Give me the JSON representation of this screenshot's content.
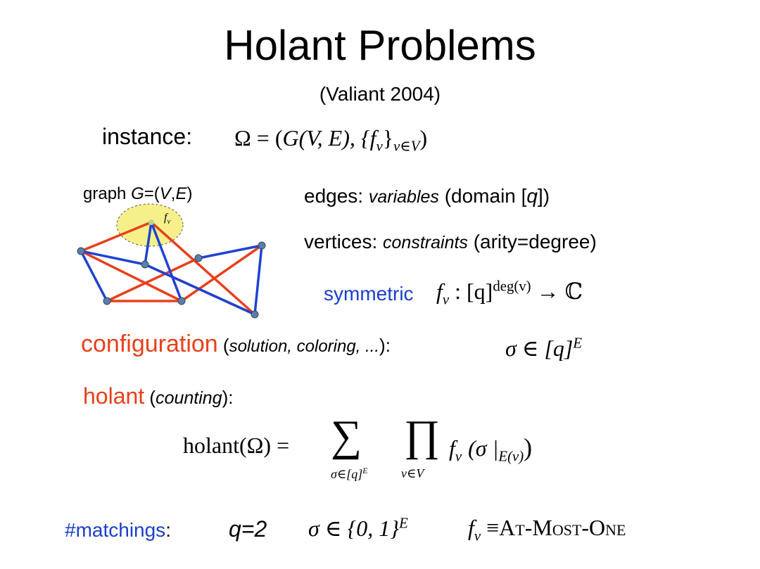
{
  "title": "Holant Problems",
  "subtitle": "(Valiant 2004)",
  "instance": {
    "label": "instance:",
    "formula_lhs": "Ω = (",
    "formula_g": "G",
    "formula_ve": "(V, E), {f",
    "formula_sub_v": "v",
    "formula_close": "}",
    "formula_sub_vinV": "v∈V",
    "formula_end": ")"
  },
  "graph": {
    "label_prefix": "graph ",
    "label_g": "G",
    "label_eq": "=(",
    "label_v": "V",
    "label_comma": ",",
    "label_e": "E",
    "label_close": ")",
    "fv_label": "f",
    "fv_sub": "v",
    "colors": {
      "red_edge": "#e8401c",
      "blue_edge": "#1f43d1",
      "vertex": "#5b7fa8",
      "highlight": "#f7f08a"
    }
  },
  "edges_line": {
    "prefix": "edges: ",
    "italic": "variables",
    "suffix1": " (domain [",
    "q": "q",
    "suffix2": "])"
  },
  "vertices_line": {
    "prefix": "vertices: ",
    "italic": "constraints",
    "suffix": " (arity=degree)"
  },
  "symmetric": {
    "label": "symmetric",
    "f": "f",
    "sub": "v",
    "colon": " : [q]",
    "sup": "deg(v)",
    "arrow": " → ℂ"
  },
  "configuration": {
    "label": "configuration",
    "paren_open": " (",
    "italic": "solution, coloring, ...",
    "paren_close": "):",
    "formula": "σ ∈ [q]",
    "sup": "E"
  },
  "holant": {
    "label": "holant",
    "paren_open": " (",
    "italic": "counting",
    "paren_close": "):",
    "lhs": "holant(Ω) = ",
    "sum": "∑",
    "sum_sub": "σ∈[q]",
    "sum_sub_sup": "E",
    "prod": "∏",
    "prod_sub": "v∈V",
    "f": "f",
    "f_sub": "v",
    "arg": "(σ |",
    "arg_sub": "E(v)",
    "arg_close": ")"
  },
  "matchings": {
    "label": "#matchings",
    "colon": ":",
    "q_eq": "q=2",
    "sigma": "σ ∈ {0, 1}",
    "sigma_sup": "E",
    "f": "f",
    "f_sub": "v",
    "equiv": " ≡",
    "constraint": "At-Most-One"
  }
}
